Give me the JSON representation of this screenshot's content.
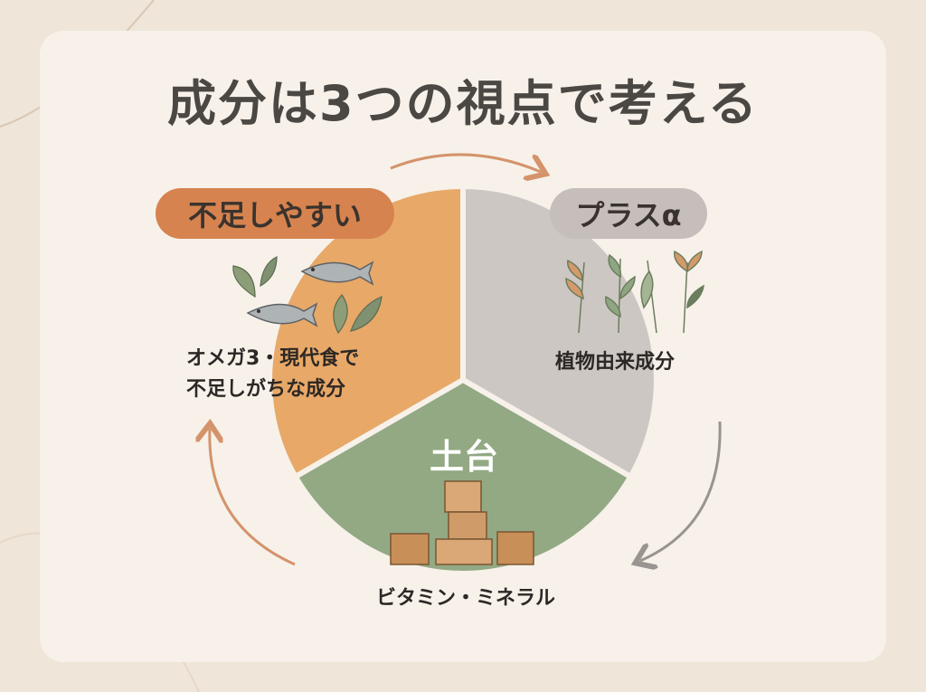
{
  "title": "成分は3つの視点で考える",
  "segments": {
    "left": {
      "badge": "不足しやすい",
      "description_line1": "オメガ3・現代食で",
      "description_line2": "不足しがちな成分",
      "color": "#e8a868",
      "icons": [
        "fish-icon",
        "leaf-icon"
      ]
    },
    "right": {
      "badge": "プラスα",
      "description": "植物由来成分",
      "color": "#cdc7c3",
      "icons": [
        "herb-icon"
      ]
    },
    "bottom": {
      "center_label": "土台",
      "description": "ビタミン・ミネラル",
      "color": "#92a984",
      "icons": [
        "wooden-block-icon"
      ]
    }
  },
  "colors": {
    "background": "#efe5d8",
    "card": "#f7f1ea",
    "title_text": "#4b4743",
    "arrow_orange": "#d4936a",
    "arrow_gray": "#9a9490"
  }
}
